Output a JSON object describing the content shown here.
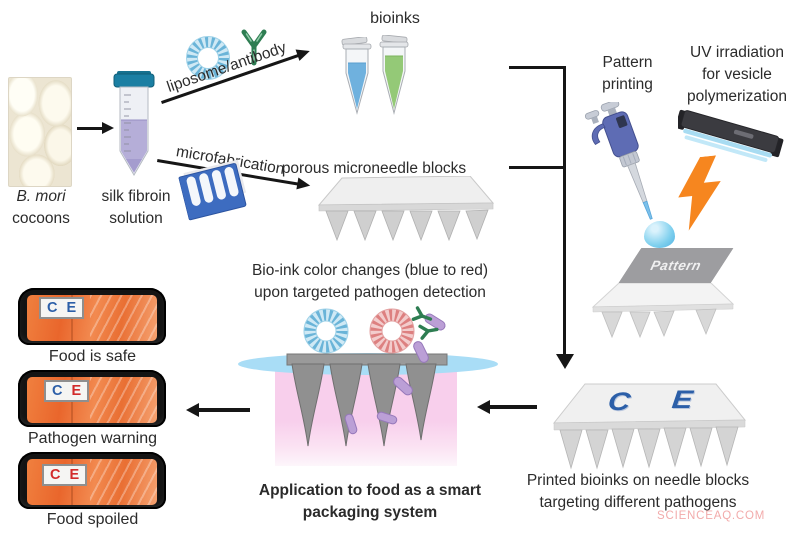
{
  "colors": {
    "letter_blue": "#2c5fa8",
    "letter_red": "#d22b2b",
    "liposome_blue": "#6ab4d8",
    "liposome_blue_base": "#cfe9f5",
    "liposome_red": "#dd8080",
    "liposome_red_base": "#f3cccc",
    "antibody_green": "#2e7d52",
    "bioink_blue": "#6fb1de",
    "bioink_green": "#94c977",
    "silk_solution_purple": "#b5aed8",
    "lightning_orange": "#f6861f",
    "droplet_blue": "#7fd0ee",
    "film_blue": "#a9ddf6",
    "tissue_pink": "#f8cfec",
    "bacteria_purple": "#bb9fd6"
  },
  "top_left": {
    "cocoons_label": {
      "line1": "B. mori",
      "line2": "cocoons"
    },
    "solution_label": {
      "line1": "silk fibroin",
      "line2": "solution"
    },
    "liposome_arrow_label": "liposome/antibody",
    "microfab_arrow_label": "microfabrication"
  },
  "top_center": {
    "bioinks_label": "bioinks",
    "needle_blocks_label": "porous microneedle blocks"
  },
  "top_right": {
    "pattern_printing": {
      "line1": "Pattern",
      "line2": "printing"
    },
    "uv_label": {
      "line1": "UV irradiation",
      "line2": "for vesicle",
      "line3": "polymerization"
    },
    "pattern_plate_text": "Pattern"
  },
  "printed_block": {
    "letter1": "C",
    "letter2": "E",
    "caption": {
      "line1": "Printed bioinks on needle blocks",
      "line2": "targeting different pathogens"
    }
  },
  "detection": {
    "title": {
      "line1": "Bio-ink color changes (blue to red)",
      "line2": "upon targeted pathogen detection"
    },
    "caption": {
      "line1": "Application to food as a smart",
      "line2": "packaging system"
    }
  },
  "packages": [
    {
      "letters": [
        {
          "char": "C",
          "color": "blue"
        },
        {
          "char": "E",
          "color": "blue"
        }
      ],
      "caption": "Food is safe"
    },
    {
      "letters": [
        {
          "char": "C",
          "color": "blue"
        },
        {
          "char": "E",
          "color": "red"
        }
      ],
      "caption": "Pathogen warning"
    },
    {
      "letters": [
        {
          "char": "C",
          "color": "red"
        },
        {
          "char": "E",
          "color": "red"
        }
      ],
      "caption": "Food spoiled"
    }
  ],
  "watermark": "SCIENCEAQ.COM"
}
